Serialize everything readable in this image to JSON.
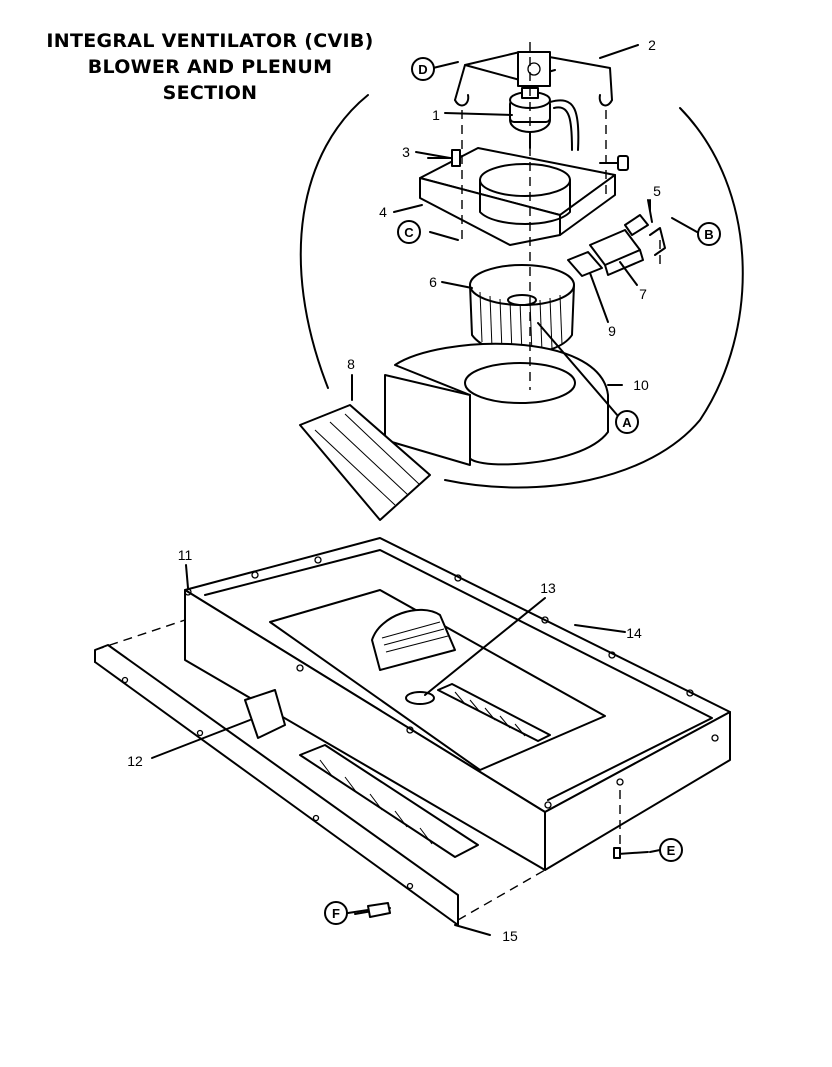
{
  "title": {
    "line1": "INTEGRAL VENTILATOR (CVIB)",
    "line2": "BLOWER AND PLENUM",
    "line3": "SECTION"
  },
  "callouts": {
    "n1": "1",
    "n2": "2",
    "n3": "3",
    "n4": "4",
    "n5": "5",
    "n6": "6",
    "n7": "7",
    "n8": "8",
    "n9": "9",
    "n10": "10",
    "n11": "11",
    "n12": "12",
    "n13": "13",
    "n14": "14",
    "n15": "15"
  },
  "letters": {
    "A": "A",
    "B": "B",
    "C": "C",
    "D": "D",
    "E": "E",
    "F": "F"
  }
}
